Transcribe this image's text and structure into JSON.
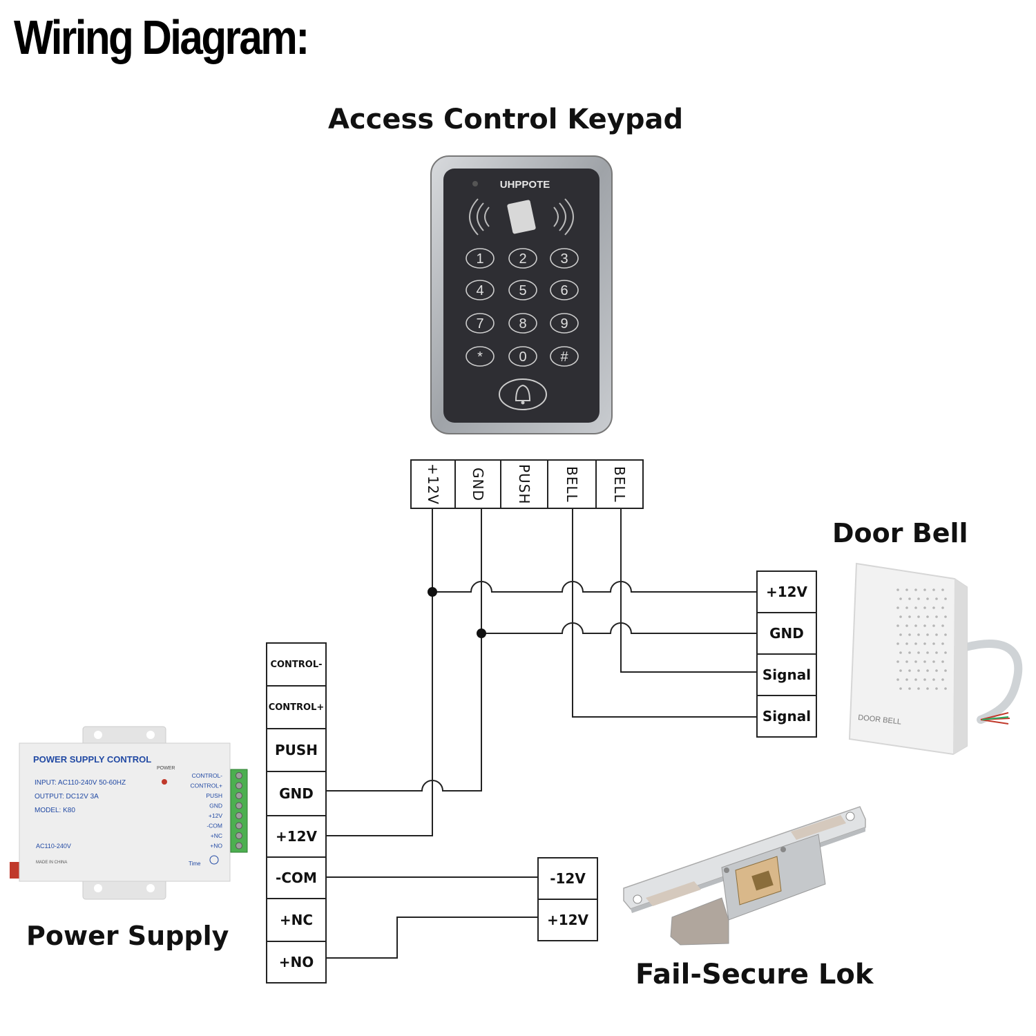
{
  "title": "Wiring Diagram:",
  "keypad": {
    "caption": "Access Control Keypad",
    "brand": "UHPPOTE",
    "keys": [
      "1",
      "2",
      "3",
      "4",
      "5",
      "6",
      "7",
      "8",
      "9",
      "*",
      "0",
      "#"
    ],
    "terminals": [
      "+12V",
      "GND",
      "PUSH",
      "BELL",
      "BELL"
    ]
  },
  "doorbell": {
    "caption": "Door Bell",
    "device_label": "DOOR BELL",
    "terminals": [
      "+12V",
      "GND",
      "Signal",
      "Signal"
    ]
  },
  "power_supply": {
    "caption": "Power Supply",
    "device": {
      "title": "POWER SUPPLY CONTROL",
      "input": "INPUT: AC110-240V 50-60HZ",
      "output": "OUTPUT: DC12V 3A",
      "model": "MODEL: K80",
      "power_label": "POWER",
      "ac": "AC110-240V",
      "made": "MADE IN CHINA",
      "time": "Time",
      "terminal_labels": [
        "CONTROL-",
        "CONTROL+",
        "PUSH",
        "GND",
        "+12V",
        "-COM",
        "+NC",
        "+NO"
      ]
    },
    "terminals": [
      "CONTROL-",
      "CONTROL+",
      "PUSH",
      "GND",
      "+12V",
      "-COM",
      "+NC",
      "+NO"
    ]
  },
  "lock": {
    "caption": "Fail-Secure Lok",
    "terminals": [
      "-12V",
      "+12V"
    ]
  },
  "colors": {
    "line": "#222222",
    "keypad_face": "#2e2e33",
    "keypad_frame": "#b9bcc0",
    "device_white": "#eeeeee"
  }
}
